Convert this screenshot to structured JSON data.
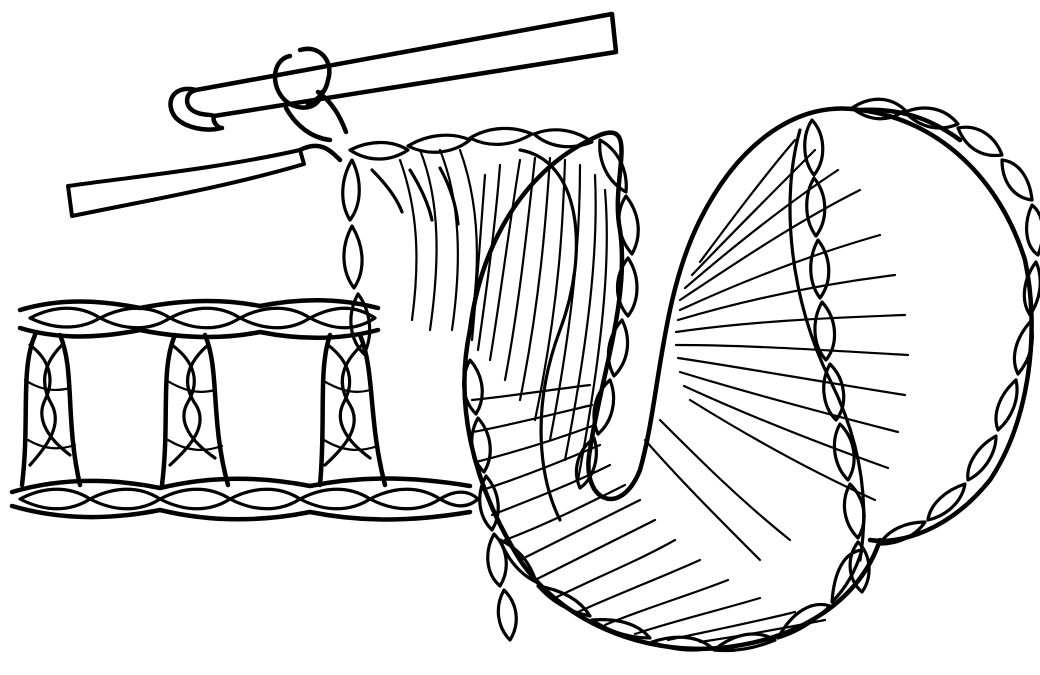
{
  "figure": {
    "subject": "crochet-illustration",
    "colors": {
      "line": "#000000",
      "background": "#ffffff"
    },
    "elements": [
      {
        "name": "crochet-hook",
        "icon": "crochet-hook-icon"
      },
      {
        "name": "working-yarn-tail",
        "icon": "yarn-strand-icon"
      },
      {
        "name": "foundation-chain",
        "icon": "chain-stitch-icon"
      },
      {
        "name": "spiral-stitch-fan",
        "icon": "spiral-fan-icon"
      }
    ]
  }
}
